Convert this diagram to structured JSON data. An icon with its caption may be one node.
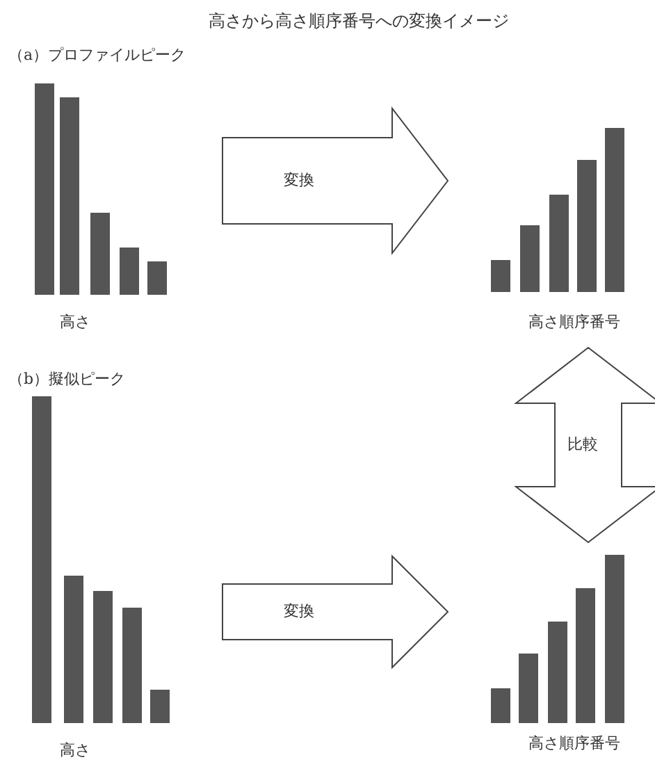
{
  "diagram": {
    "title": "高さから高さ順序番号への変換イメージ",
    "nodes": [
      {
        "text": [],
        "shape": "bar",
        "beside": [
          "高さ"
        ]
      },
      {
        "text": [],
        "shape": "bar",
        "beside": [
          "高さ順序番号"
        ]
      },
      {
        "text": [],
        "shape": "bar",
        "beside": [
          "高さ"
        ]
      },
      {
        "text": [],
        "shape": "bar",
        "beside": [
          "高さ順序番号"
        ]
      }
    ],
    "edges": [
      {
        "from": 0,
        "to": 1,
        "arrow": "to",
        "label": "変換"
      },
      {
        "from": 1,
        "to": 3,
        "arrow": "both",
        "label": "比較"
      },
      {
        "from": 2,
        "to": 3,
        "arrow": "to",
        "label": "変換"
      }
    ],
    "labels": [
      "（a）プロファイルピーク",
      "（b）擬似ピーク"
    ]
  }
}
